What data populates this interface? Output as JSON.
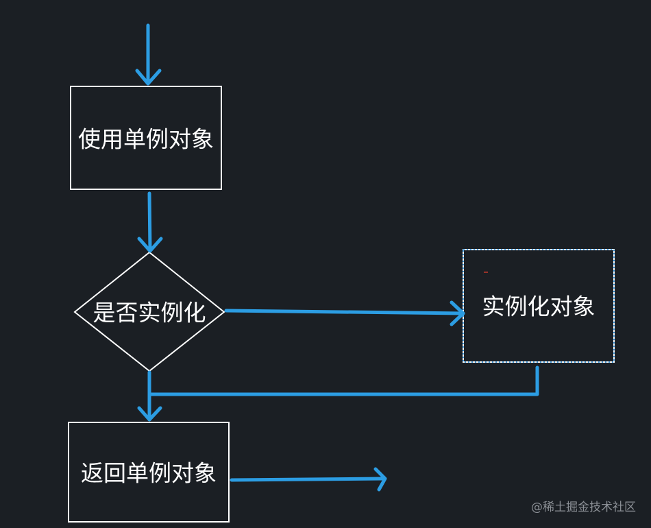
{
  "diagram": {
    "nodes": {
      "use_singleton": {
        "label": "使用单例对象",
        "shape": "rectangle"
      },
      "is_instantiated": {
        "label": "是否实例化",
        "shape": "diamond"
      },
      "instantiate_object": {
        "label": "实例化对象",
        "shape": "rectangle-dotted"
      },
      "return_singleton": {
        "label": "返回单例对象",
        "shape": "rectangle"
      }
    },
    "edges": [
      {
        "from": "entry",
        "to": "use_singleton"
      },
      {
        "from": "use_singleton",
        "to": "is_instantiated"
      },
      {
        "from": "is_instantiated",
        "to": "instantiate_object"
      },
      {
        "from": "instantiate_object",
        "to": "return_singleton"
      },
      {
        "from": "is_instantiated",
        "to": "return_singleton"
      },
      {
        "from": "return_singleton",
        "to": "exit"
      }
    ],
    "colors": {
      "background": "#1b1f24",
      "node_border": "#ffffff",
      "arrow": "#2c9de3",
      "text": "#ffffff"
    }
  },
  "watermark": "@稀土掘金技术社区"
}
